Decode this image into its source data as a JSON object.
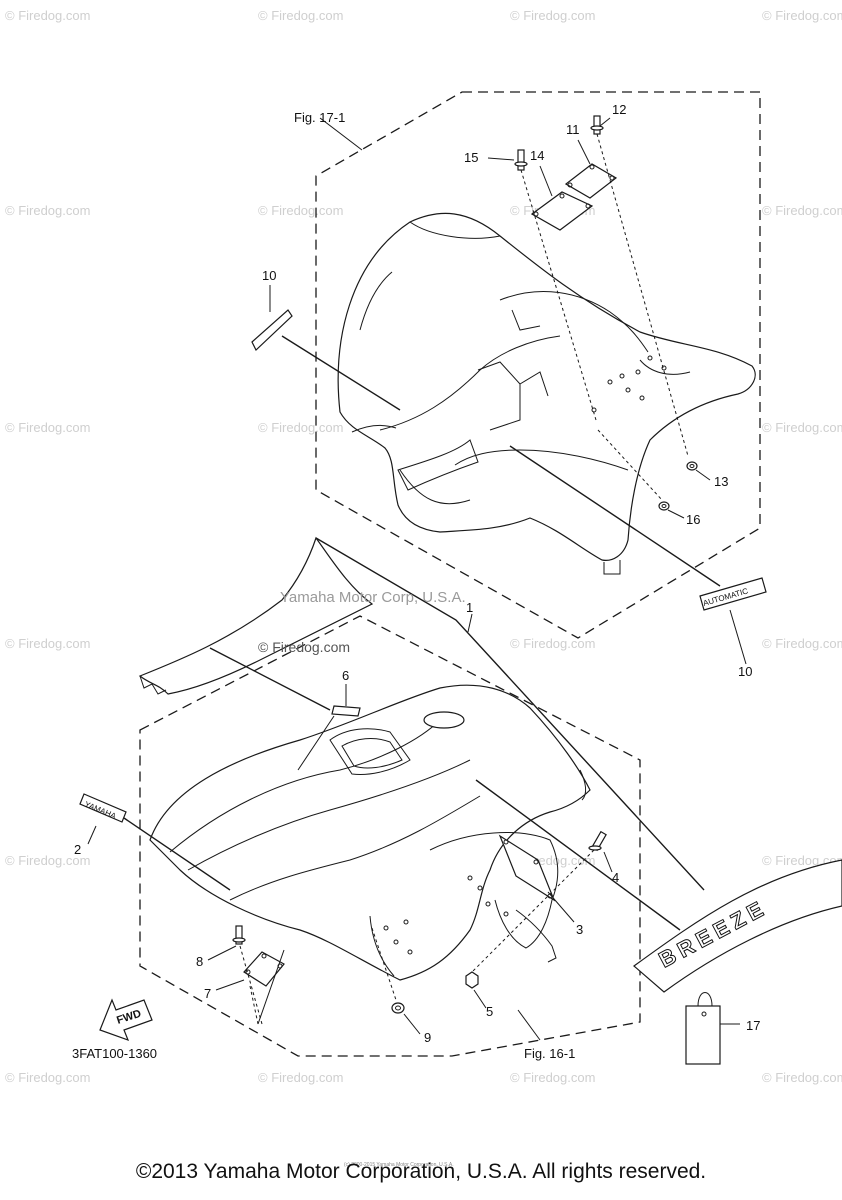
{
  "figure_refs": {
    "top": "Fig. 17-1",
    "bottom": "Fig. 16-1"
  },
  "part_code": "3FAT100-1360",
  "fwd_label": "FWD",
  "decals": {
    "automatic": "AUTOMATIC",
    "yamaha": "YAMAHA",
    "breeze": "BREEZE"
  },
  "callouts": [
    "1",
    "2",
    "3",
    "4",
    "5",
    "6",
    "7",
    "8",
    "9",
    "10",
    "10",
    "11",
    "12",
    "13",
    "14",
    "15",
    "16",
    "17"
  ],
  "watermarks": {
    "firedog": "© Firedog.com",
    "firedog_center": "© Firedog.com",
    "yamaha_corp": "Yamaha Motor Corp, U.S.A.",
    "tiny_corp": "(c) 2000-2015 Yamaha Motor Corporation, U.S.A."
  },
  "copyright": "©2013 Yamaha Motor Corporation, U.S.A. All rights reserved."
}
